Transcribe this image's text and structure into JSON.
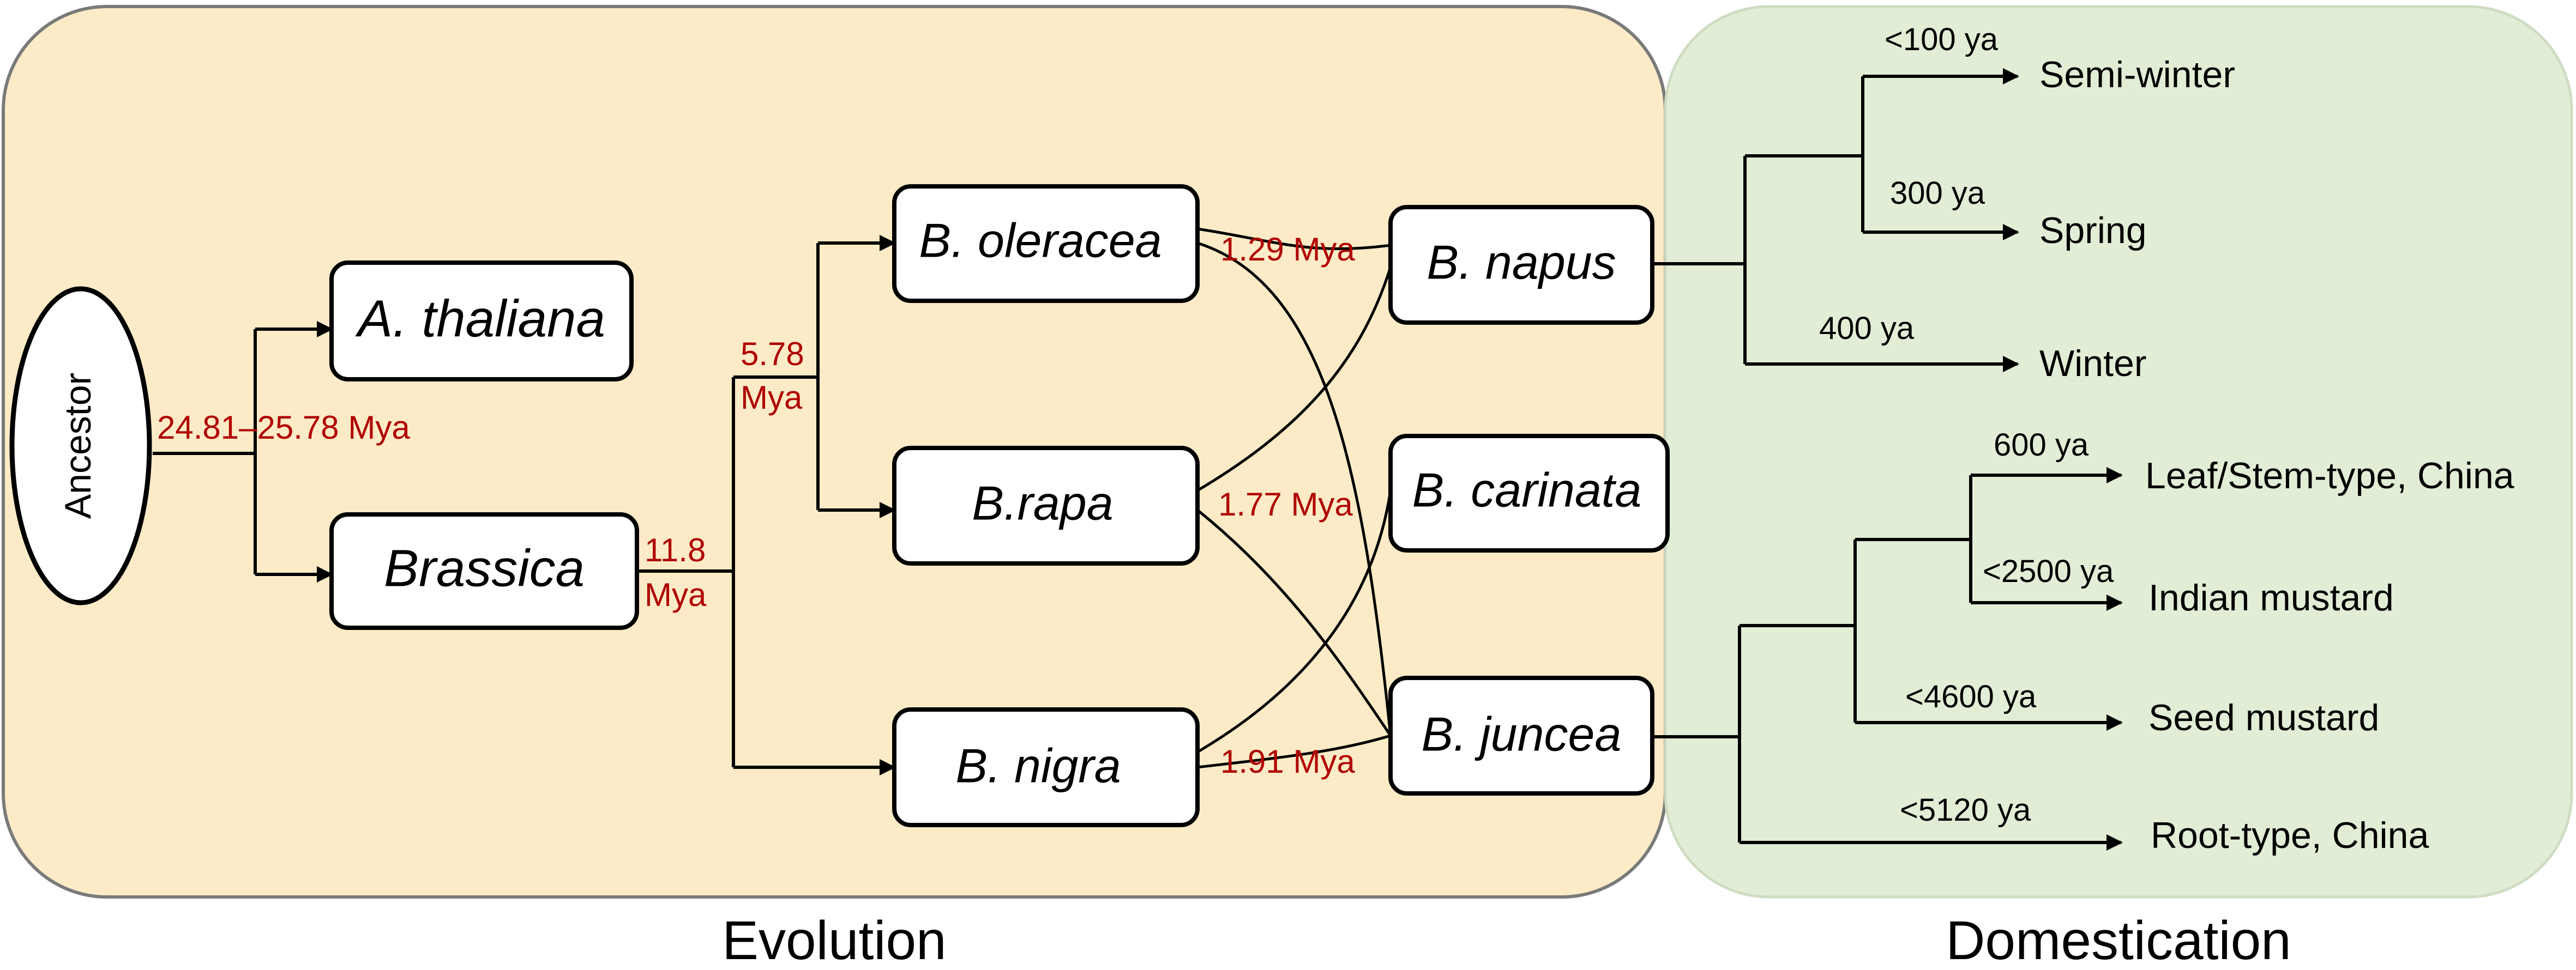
{
  "colors": {
    "evolution_panel": "#fcebc6",
    "domestication_panel": "#e2edd6",
    "time_label_red": "#b00000"
  },
  "evolution": {
    "label": "Evolution",
    "ancestor": "Ancestor",
    "species": {
      "thaliana": "A. thaliana",
      "brassica": "Brassica",
      "oleracea": "B. oleracea",
      "rapa": "B.rapa",
      "nigra": "B. nigra",
      "napus": "B. napus",
      "carinata": "B. carinata",
      "juncea": "B. juncea"
    },
    "times": {
      "ancestor_split": "24.81–25.78 Mya",
      "brassica_split_num": "11.8",
      "brassica_split_unit": "Mya",
      "diploid_split_num": "5.78",
      "diploid_split_unit": "Mya",
      "napus_origin": "1.29 Mya",
      "carinata_origin": "1.77 Mya",
      "juncea_origin": "1.91 Mya"
    }
  },
  "domestication": {
    "label": "Domestication",
    "napus_types": [
      {
        "name": "Semi-winter",
        "time": "<100 ya"
      },
      {
        "name": "Spring",
        "time": "300 ya"
      },
      {
        "name": "Winter",
        "time": "400 ya"
      }
    ],
    "juncea_types": [
      {
        "name": "Leaf/Stem-type, China",
        "time": "600 ya"
      },
      {
        "name": "Indian mustard",
        "time": "<2500 ya"
      },
      {
        "name": "Seed mustard",
        "time": "<4600 ya"
      },
      {
        "name": "Root-type, China",
        "time": "<5120 ya"
      }
    ]
  }
}
